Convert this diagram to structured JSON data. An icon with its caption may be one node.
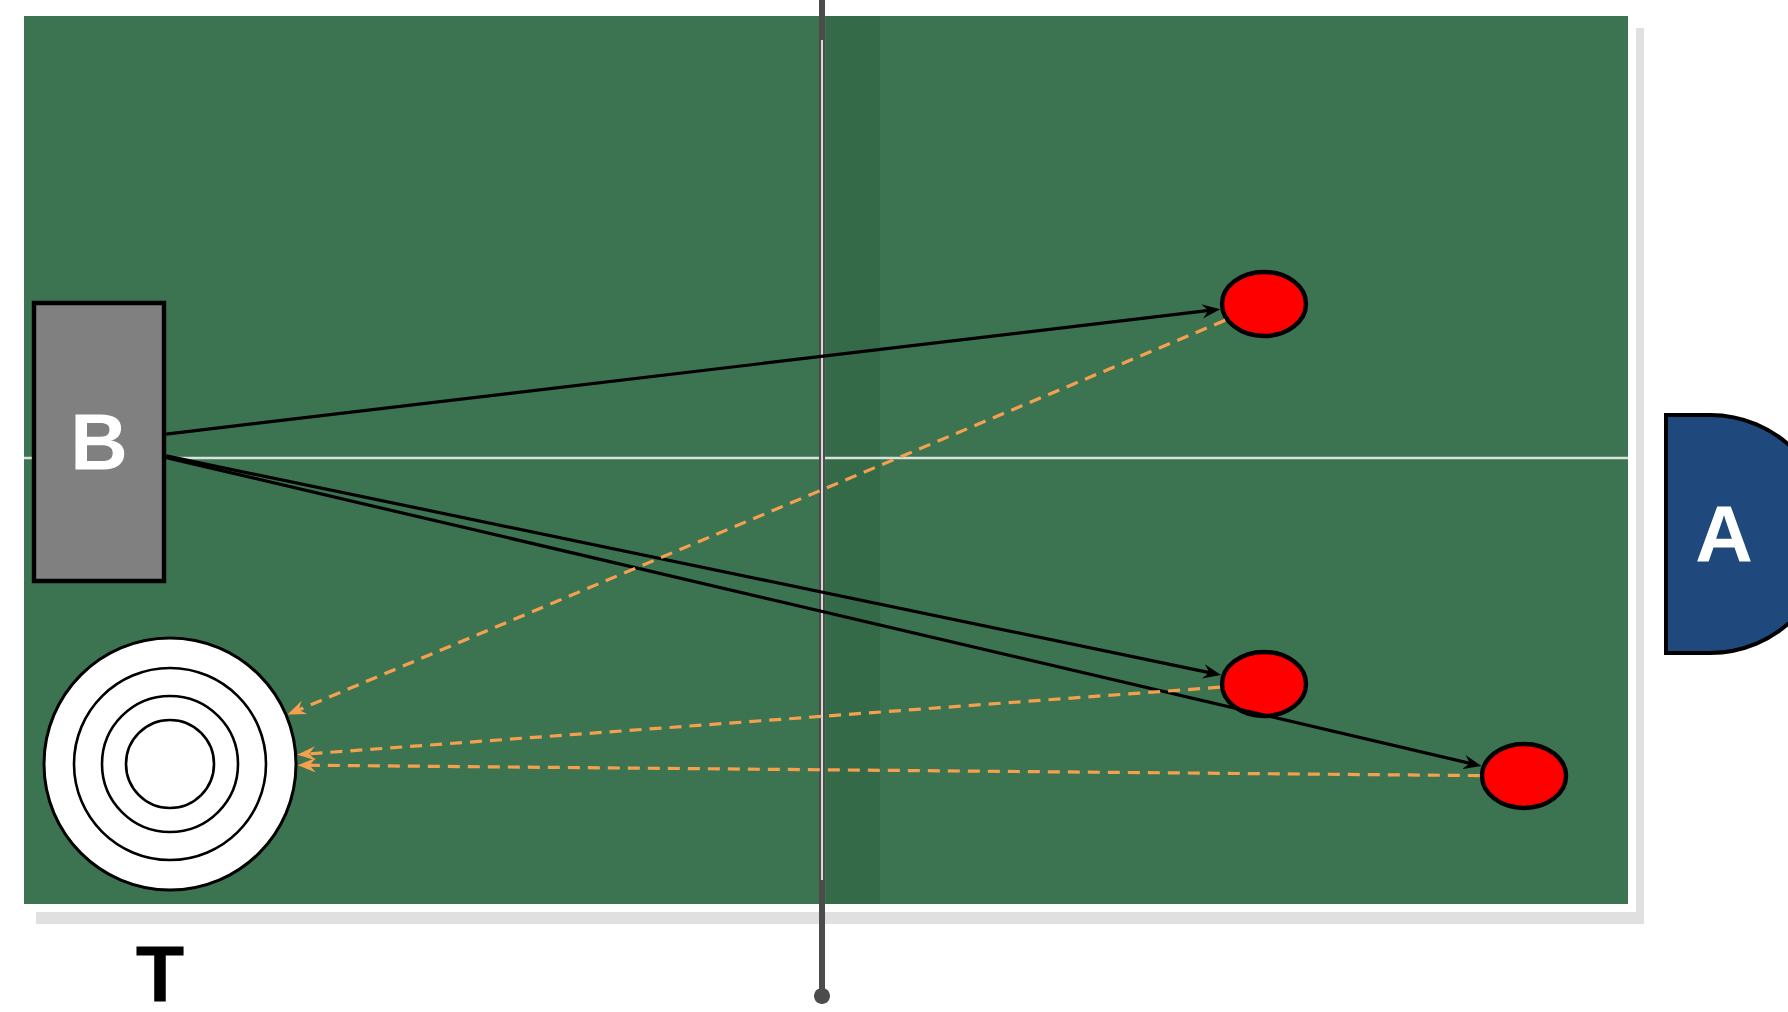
{
  "diagram": {
    "nodes": [
      {
        "text": [
          "B"
        ]
      },
      {
        "text": [
          "A"
        ]
      },
      {
        "text": [],
        "shape": "circle",
        "beside": [
          "T"
        ]
      },
      {
        "text": [],
        "shape": "circle"
      },
      {
        "text": [],
        "shape": "circle"
      },
      {
        "text": [],
        "shape": "circle"
      }
    ],
    "edges": [
      {
        "from": 0,
        "to": 3,
        "arrow": "to"
      },
      {
        "from": 0,
        "to": 4,
        "arrow": "to"
      },
      {
        "from": 0,
        "to": 5,
        "arrow": "to"
      },
      {
        "from": 3,
        "to": 2,
        "arrow": "to",
        "style": "dashed",
        "color": "#f4a04f"
      },
      {
        "from": 4,
        "to": 2,
        "arrow": "to",
        "style": "dashed",
        "color": "#f4a04f"
      },
      {
        "from": 5,
        "to": 2,
        "arrow": "to",
        "style": "dashed",
        "color": "#f4a04f"
      }
    ]
  }
}
